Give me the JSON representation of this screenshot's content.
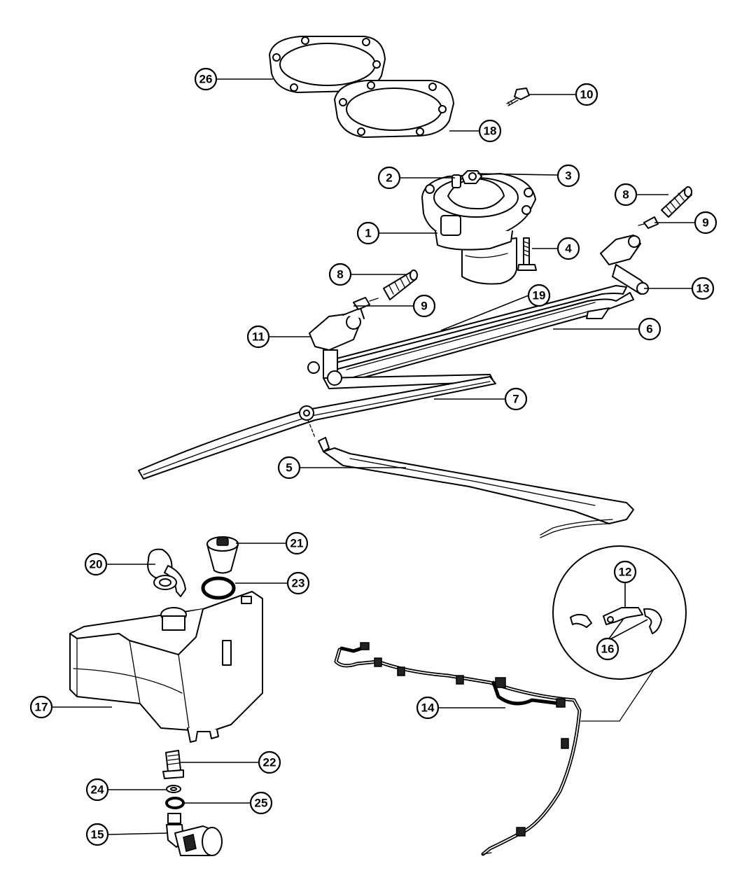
{
  "callouts": [
    {
      "id": "c1",
      "label": "1"
    },
    {
      "id": "c2",
      "label": "2"
    },
    {
      "id": "c3",
      "label": "3"
    },
    {
      "id": "c4",
      "label": "4"
    },
    {
      "id": "c5",
      "label": "5"
    },
    {
      "id": "c6",
      "label": "6"
    },
    {
      "id": "c7",
      "label": "7"
    },
    {
      "id": "c8a",
      "label": "8"
    },
    {
      "id": "c8b",
      "label": "8"
    },
    {
      "id": "c9a",
      "label": "9"
    },
    {
      "id": "c9b",
      "label": "9"
    },
    {
      "id": "c10",
      "label": "10"
    },
    {
      "id": "c11",
      "label": "11"
    },
    {
      "id": "c12",
      "label": "12"
    },
    {
      "id": "c13",
      "label": "13"
    },
    {
      "id": "c14",
      "label": "14"
    },
    {
      "id": "c15",
      "label": "15"
    },
    {
      "id": "c16",
      "label": "16"
    },
    {
      "id": "c17",
      "label": "17"
    },
    {
      "id": "c18",
      "label": "18"
    },
    {
      "id": "c19",
      "label": "19"
    },
    {
      "id": "c20",
      "label": "20"
    },
    {
      "id": "c21",
      "label": "21"
    },
    {
      "id": "c22",
      "label": "22"
    },
    {
      "id": "c23",
      "label": "23"
    },
    {
      "id": "c24",
      "label": "24"
    },
    {
      "id": "c25",
      "label": "25"
    },
    {
      "id": "c26",
      "label": "26"
    }
  ]
}
